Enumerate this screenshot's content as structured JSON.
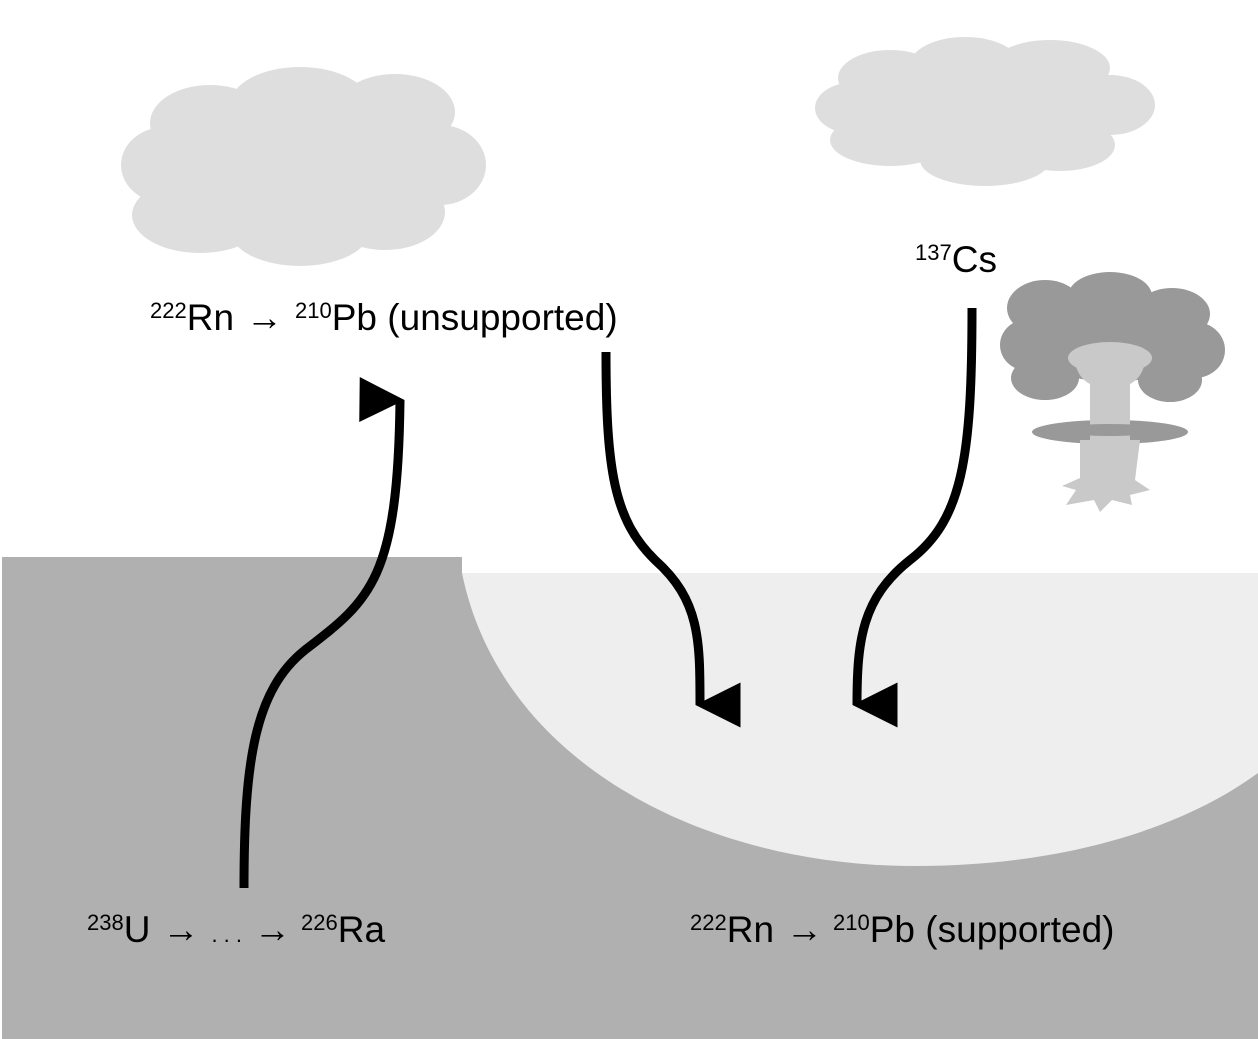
{
  "colors": {
    "background": "#ffffff",
    "ground": "#b0b0b0",
    "lake": "#eeeeee",
    "cloud": "#dedede",
    "mushroom_dark": "#999999",
    "mushroom_light": "#c9c9c9",
    "arrow": "#000000"
  },
  "labels": {
    "unsupported": {
      "m1": "222",
      "s1": "Rn",
      "arrow": "→",
      "m2": "210",
      "s2": "Pb",
      "suffix": " (unsupported)"
    },
    "cesium": {
      "m1": "137",
      "s1": "Cs"
    },
    "uranium": {
      "m1": "238",
      "s1": "U",
      "arrow1": "→",
      "dots": ". . .",
      "arrow2": "→",
      "m2": "226",
      "s2": "Ra"
    },
    "supported": {
      "m1": "222",
      "s1": "Rn",
      "arrow": "→",
      "m2": "210",
      "s2": "Pb",
      "suffix": " (supported)"
    }
  },
  "icons": {
    "cloud_left": "cloud-icon",
    "cloud_right": "cloud-icon",
    "explosion": "mushroom-cloud-icon"
  }
}
